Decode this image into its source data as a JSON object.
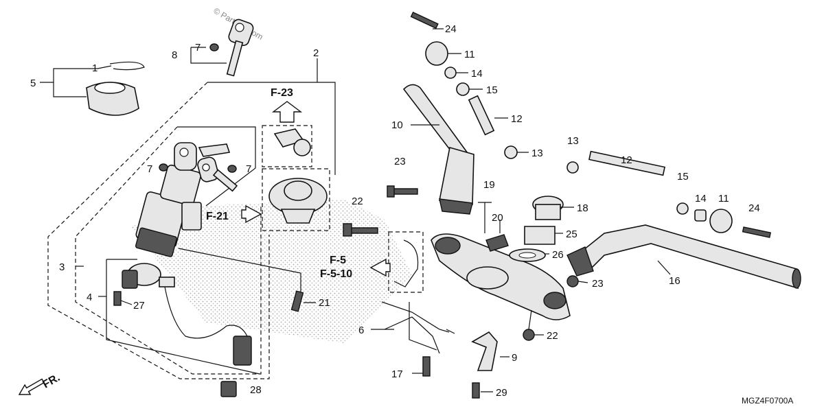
{
  "watermark": "© Partzilla.com",
  "diagram_code": "MGZ4F0700A",
  "front_arrow_label": "FR.",
  "references": {
    "f23": "F-23",
    "f21": "F-21",
    "f5": "F-5",
    "f510": "F-5-10"
  },
  "callouts": {
    "c1": "1",
    "c2": "2",
    "c3": "3",
    "c4": "4",
    "c5": "5",
    "c6": "6",
    "c7a": "7",
    "c7b": "7",
    "c7c": "7",
    "c8": "8",
    "c9": "9",
    "c10": "10",
    "c11a": "11",
    "c11b": "11",
    "c12a": "12",
    "c12b": "12",
    "c13a": "13",
    "c13b": "13",
    "c14a": "14",
    "c14b": "14",
    "c15a": "15",
    "c15b": "15",
    "c16": "16",
    "c17": "17",
    "c18": "18",
    "c19": "19",
    "c20": "20",
    "c21": "21",
    "c22a": "22",
    "c22b": "22",
    "c23a": "23",
    "c23b": "23",
    "c24a": "24",
    "c24b": "24",
    "c25": "25",
    "c26": "26",
    "c27": "27",
    "c28": "28",
    "c29": "29"
  }
}
